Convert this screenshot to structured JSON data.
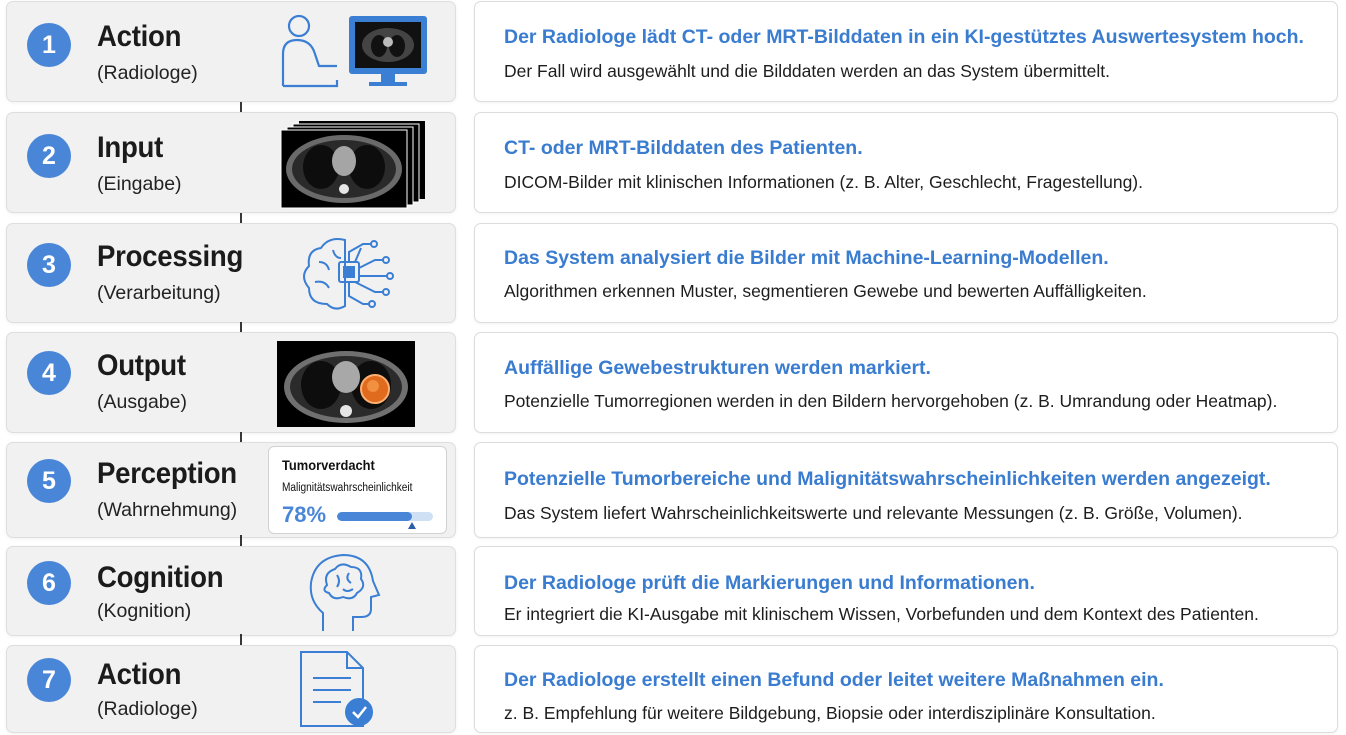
{
  "steps": [
    {
      "number": "1",
      "title": "Action",
      "subtitle": "(Radiologe)",
      "icon": "radiologist-workstation-icon",
      "heading": "Der Radiologe lädt CT- oder MRT-Bilddaten in ein KI-gestütztes Auswertesystem hoch.",
      "text": "Der Fall wird ausgewählt und die Bilddaten werden an das System übermittelt."
    },
    {
      "number": "2",
      "title": "Input",
      "subtitle": "(Eingabe)",
      "icon": "ct-image-stack-icon",
      "heading": "CT- oder MRT-Bilddaten des Patienten.",
      "text": "DICOM-Bilder mit klinischen Informationen (z. B. Alter, Geschlecht, Fragestellung)."
    },
    {
      "number": "3",
      "title": "Processing",
      "subtitle": "(Verarbeitung)",
      "icon": "ai-brain-chip-icon",
      "heading": "Das System analysiert die Bilder mit Machine-Learning-Modellen.",
      "text": "Algorithmen erkennen Muster, segmentieren Gewebe und bewerten Auffälligkeiten."
    },
    {
      "number": "4",
      "title": "Output",
      "subtitle": "(Ausgabe)",
      "icon": "ct-tumor-highlight-icon",
      "heading": "Auffällige Gewebestrukturen werden markiert.",
      "text": "Potenzielle Tumorregionen werden in den Bildern hervorgehoben (z. B. Umrandung oder Heatmap)."
    },
    {
      "number": "5",
      "title": "Perception",
      "subtitle": "(Wahrnehmung)",
      "icon": "probability-card",
      "heading": "Potenzielle Tumorbereiche und Malignitätswahrscheinlichkeiten werden angezeigt.",
      "text": "Das System liefert Wahrscheinlichkeitswerte und relevante Messungen (z. B. Größe, Volumen)."
    },
    {
      "number": "6",
      "title": "Cognition",
      "subtitle": "(Kognition)",
      "icon": "head-brain-icon",
      "heading": "Der Radiologe prüft die Markierungen und Informationen.",
      "text": "Er integriert die KI-Ausgabe mit klinischem Wissen, Vorbefunden und dem Kontext des Patienten."
    },
    {
      "number": "7",
      "title": "Action",
      "subtitle": "(Radiologe)",
      "icon": "report-checkmark-icon",
      "heading": "Der Radiologe erstellt einen Befund oder leitet weitere Maßnahmen ein.",
      "text": "z. B. Empfehlung für weitere Bildgebung, Biopsie oder interdisziplinäre Konsultation."
    }
  ],
  "perception_card": {
    "title": "Tumorverdacht",
    "label": "Malignitätswahrscheinlichkeit",
    "value_text": "78%",
    "value_fraction": 0.78
  },
  "colors": {
    "accent": "#4a86d8",
    "heading": "#3a7ccf",
    "card_bg": "#f1f1f2"
  }
}
